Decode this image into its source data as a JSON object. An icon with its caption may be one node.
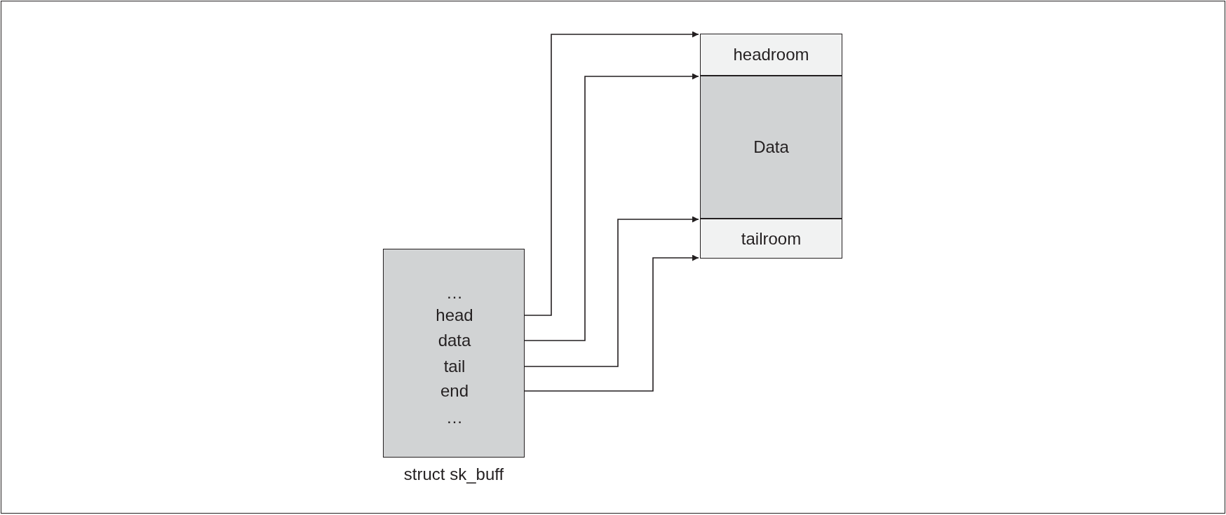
{
  "diagram": {
    "nodes": [
      {
        "text": [
          "…",
          "…"
        ],
        "beside": [
          "struct sk_buff"
        ]
      },
      {
        "text": [
          "head"
        ],
        "in": 0
      },
      {
        "text": [
          "data"
        ],
        "in": 0
      },
      {
        "text": [
          "tail"
        ],
        "in": 0
      },
      {
        "text": [
          "end"
        ],
        "in": 0
      },
      {
        "text": [
          "headroom"
        ]
      },
      {
        "text": [
          "Data"
        ]
      },
      {
        "text": [
          "tailroom"
        ]
      }
    ],
    "edges": [
      {
        "from": 1,
        "to": 5,
        "arrow": "to"
      },
      {
        "from": 2,
        "to": 6,
        "arrow": "to"
      },
      {
        "from": 3,
        "to": 7,
        "arrow": "to"
      },
      {
        "from": 4,
        "to": 7,
        "arrow": "to"
      }
    ]
  }
}
